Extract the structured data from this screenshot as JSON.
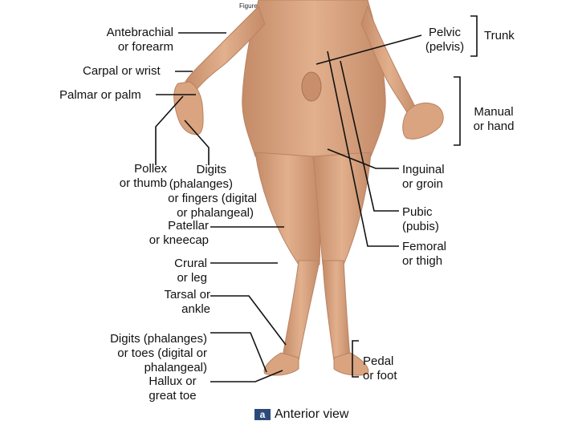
{
  "figure_caption": "Figure 1-5a Anatomical Landmarks",
  "labels": {
    "antebrachial": [
      "Antebrachial",
      "or forearm"
    ],
    "carpal": "Carpal or wrist",
    "palmar": "Palmar or palm",
    "pollex": [
      "Pollex",
      "or thumb"
    ],
    "digits_hand": [
      "Digits",
      "(phalanges)",
      "or fingers (digital",
      "or phalangeal)"
    ],
    "patellar": [
      "Patellar",
      "or kneecap"
    ],
    "crural": [
      "Crural",
      "or leg"
    ],
    "tarsal": [
      "Tarsal or",
      "ankle"
    ],
    "digits_foot": [
      "Digits (phalanges)",
      "or toes (digital or",
      "phalangeal)"
    ],
    "hallux": [
      "Hallux or",
      "great toe"
    ],
    "pelvic": [
      "Pelvic",
      "(pelvis)"
    ],
    "trunk": "Trunk",
    "manual": [
      "Manual",
      "or hand"
    ],
    "inguinal": [
      "Inguinal",
      "or groin"
    ],
    "pubic": [
      "Pubic",
      "(pubis)"
    ],
    "femoral": [
      "Femoral",
      "or thigh"
    ],
    "pedal": [
      "Pedal",
      "or foot"
    ]
  },
  "panel_letter": "a",
  "view_title": "Anterior view",
  "colors": {
    "skin": "#d9a47f",
    "skin_shadow": "#b98263",
    "leader_line": "#111111",
    "badge": "#2b4a7a"
  }
}
